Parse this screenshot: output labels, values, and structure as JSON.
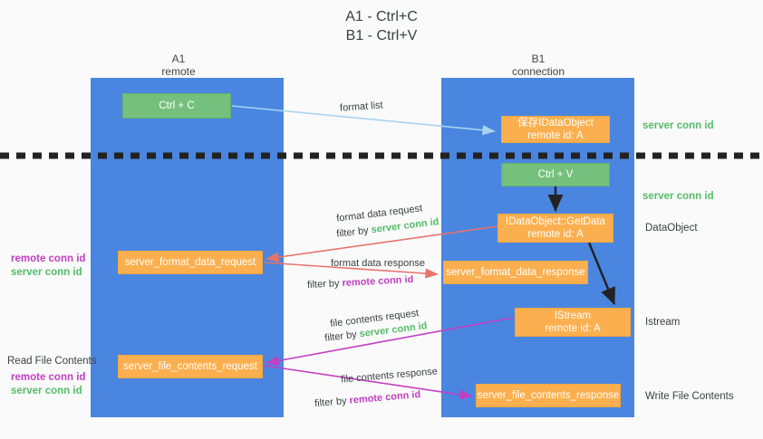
{
  "title": {
    "line1": "A1 - Ctrl+C",
    "line2": "B1 - Ctrl+V"
  },
  "colors": {
    "background": "#fafafa",
    "lane": "#4a86e0",
    "green_box": "#74c07c",
    "orange_box": "#fcaf4e",
    "green_text": "#55bb6a",
    "purple_text": "#c23fc2",
    "arrow_lightblue": "#a8d4f0",
    "arrow_red": "#e8736b",
    "arrow_magenta": "#c23fc2",
    "arrow_black": "#222222",
    "divider": "#222222"
  },
  "lanes": [
    {
      "name": "A1",
      "sub": "remote"
    },
    {
      "name": "B1",
      "sub": "connection"
    }
  ],
  "boxes": [
    {
      "id": "ctrl-c",
      "text": "Ctrl + C",
      "kind": "green"
    },
    {
      "id": "save-idataobject",
      "line1": "保存IDataObject",
      "line2": "remote id: A",
      "kind": "orange"
    },
    {
      "id": "ctrl-v",
      "text": "Ctrl + V",
      "kind": "green"
    },
    {
      "id": "idataobject-getdata",
      "line1": "IDataObject::GetData",
      "line2": "remote id: A",
      "kind": "orange"
    },
    {
      "id": "server-format-data-request",
      "text": "server_format_data_request",
      "kind": "orange"
    },
    {
      "id": "server-format-data-response",
      "text": "server_format_data_response",
      "kind": "orange"
    },
    {
      "id": "istream",
      "line1": "IStream",
      "line2": "remote id: A",
      "kind": "orange"
    },
    {
      "id": "server-file-contents-request",
      "text": "server_file_contents_request",
      "kind": "orange"
    },
    {
      "id": "server-file-contents-response",
      "text": "server_file_contents_response",
      "kind": "orange"
    }
  ],
  "edge_labels": {
    "format_list": "format list",
    "format_data_request": "format data request",
    "format_data_request_filter_pre": "filter by ",
    "format_data_request_filter_em": "server conn id",
    "format_data_response": "format data response",
    "format_data_response_filter_pre": "filter by ",
    "format_data_response_filter_em": "remote conn id",
    "file_contents_request": "file contents request",
    "file_contents_request_filter_pre": "filter by ",
    "file_contents_request_filter_em": "server conn id",
    "file_contents_response": "file contents response",
    "file_contents_response_filter_pre": "filter by ",
    "file_contents_response_filter_em": "remote conn id"
  },
  "left_labels": {
    "format_remote": "remote conn id",
    "format_server": "server conn id",
    "read_file_contents": "Read File Contents",
    "file_remote": "remote conn id",
    "file_server": "server conn id"
  },
  "right_labels": {
    "server_conn_id_top": "server conn id",
    "server_conn_id_mid": "server conn id",
    "dataobject": "DataObject",
    "istream": "Istream",
    "write_file_contents": "Write File Contents"
  }
}
